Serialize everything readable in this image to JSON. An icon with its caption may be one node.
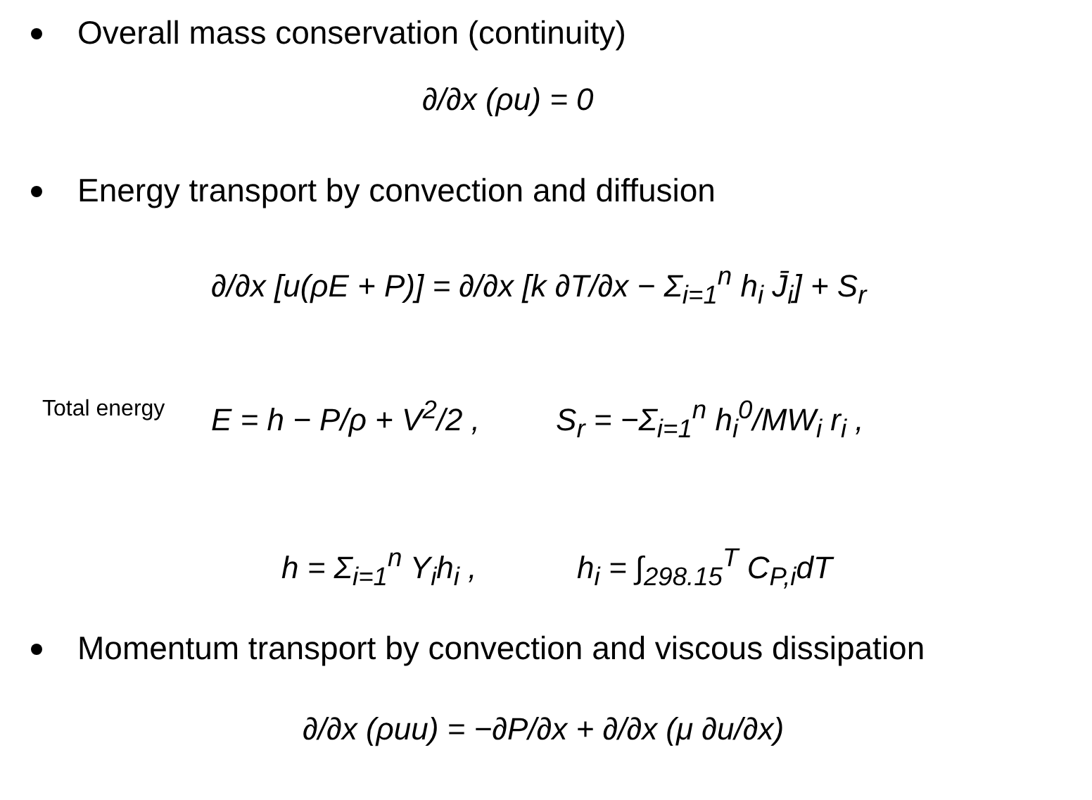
{
  "diagram": {
    "labels": [
      "Overall mass conservation (continuity)",
      "∂/∂x (ρu) = 0",
      "Energy transport by convection and diffusion",
      "∂/∂x [u(ρE + P)] = ∂/∂x [k ∂T/∂x − Σ$_{i=1}$$^{n}$ h$_{i}$ J̄$_{i}$] + S$_{r}$",
      "Total energy",
      "E = h − P/ρ + V$^{2}$/2 ,",
      "S$_{r}$ = −Σ$_{i=1}$$^{n}$ h$_{i}$$^{0}$/MW$_{i}$ r$_{i}$ ,",
      "h = Σ$_{i=1}$$^{n}$ Y$_{i}$h$_{i}$ ,",
      "h$_{i}$ = ∫$_{298.15}$$^{T}$ C$_{P,i}$dT",
      "Momentum transport by convection and viscous dissipation",
      "∂/∂x (ρuu) = −∂P/∂x + ∂/∂x (μ ∂u/∂x)"
    ]
  }
}
